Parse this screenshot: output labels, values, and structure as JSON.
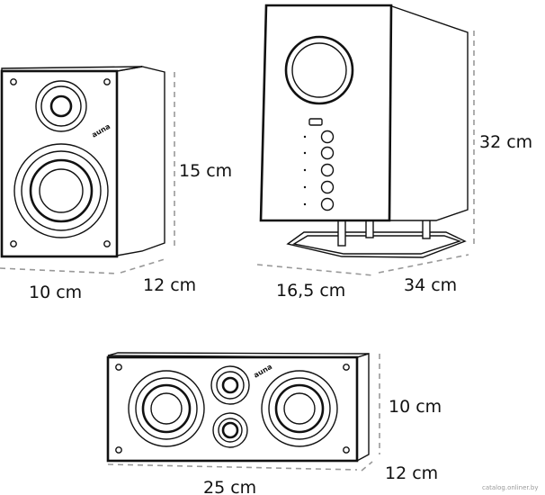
{
  "bookshelf_speaker": {
    "brand": "auna",
    "width_label": "10 cm",
    "depth_label": "12 cm",
    "height_label": "15 cm"
  },
  "subwoofer": {
    "width_label": "16,5 cm",
    "depth_label": "34 cm",
    "height_label": "32 cm"
  },
  "center_speaker": {
    "brand": "auna",
    "width_label": "25 cm",
    "depth_label": "12 cm",
    "height_label": "10 cm"
  },
  "watermark": "catalog.onliner.by"
}
